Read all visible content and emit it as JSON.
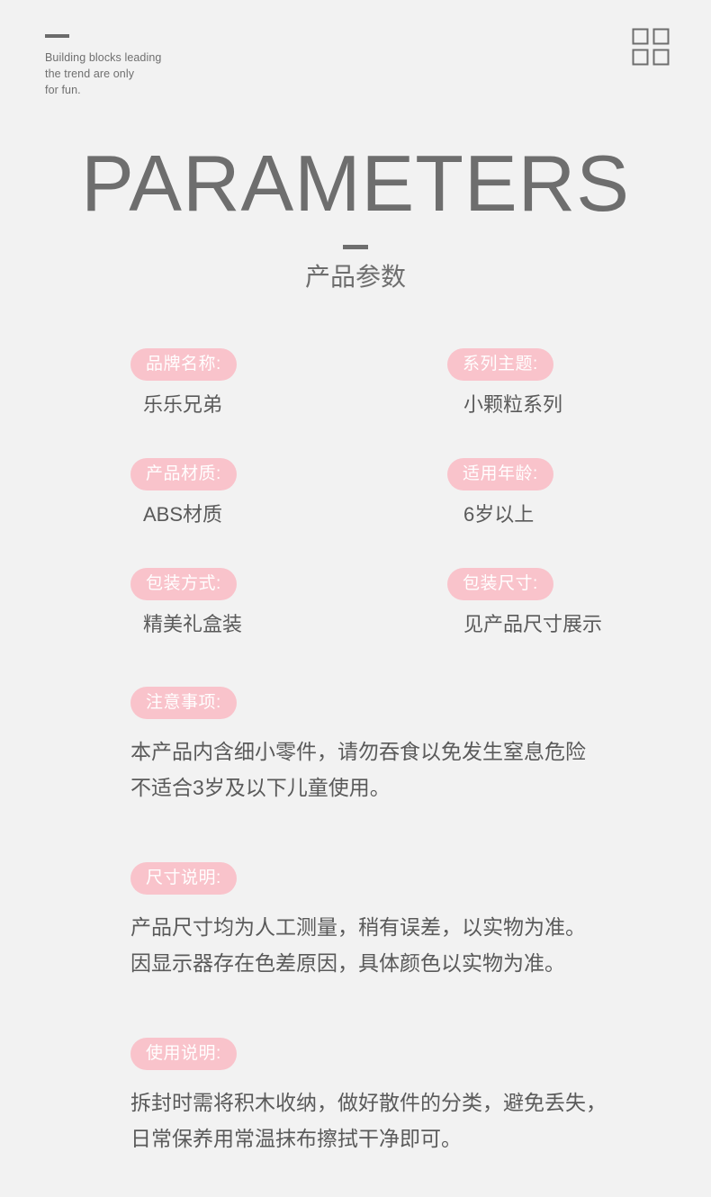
{
  "header": {
    "tagline_lines": [
      "Building blocks leading",
      "the trend are only",
      "for fun."
    ],
    "logo_icon": "four-squares-grid-icon"
  },
  "title": {
    "main": "PARAMETERS",
    "subtitle": "产品参数"
  },
  "colors": {
    "background": "#f2f2f2",
    "badge_pink": "#f9c3cb",
    "badge_text": "#ffffff",
    "body_text": "#5a5a5a",
    "title_gray": "#6e6e6e"
  },
  "parameters": [
    {
      "left": {
        "label": "品牌名称:",
        "value": "乐乐兄弟"
      },
      "right": {
        "label": "系列主题:",
        "value": "小颗粒系列"
      }
    },
    {
      "left": {
        "label": "产品材质:",
        "value": "ABS材质"
      },
      "right": {
        "label": "适用年龄:",
        "value": "6岁以上"
      }
    },
    {
      "left": {
        "label": "包装方式:",
        "value": "精美礼盒装"
      },
      "right": {
        "label": "包装尺寸:",
        "value": "见产品尺寸展示"
      }
    }
  ],
  "notes": [
    {
      "label": "注意事项:",
      "lines": [
        "本产品内含细小零件，请勿吞食以免发生窒息危险",
        "不适合3岁及以下儿童使用。"
      ]
    },
    {
      "label": "尺寸说明:",
      "lines": [
        "产品尺寸均为人工测量，稍有误差，以实物为准。",
        "因显示器存在色差原因，具体颜色以实物为准。"
      ]
    },
    {
      "label": "使用说明:",
      "lines": [
        "拆封时需将积木收纳，做好散件的分类，避免丢失，",
        "日常保养用常温抹布擦拭干净即可。"
      ]
    }
  ]
}
